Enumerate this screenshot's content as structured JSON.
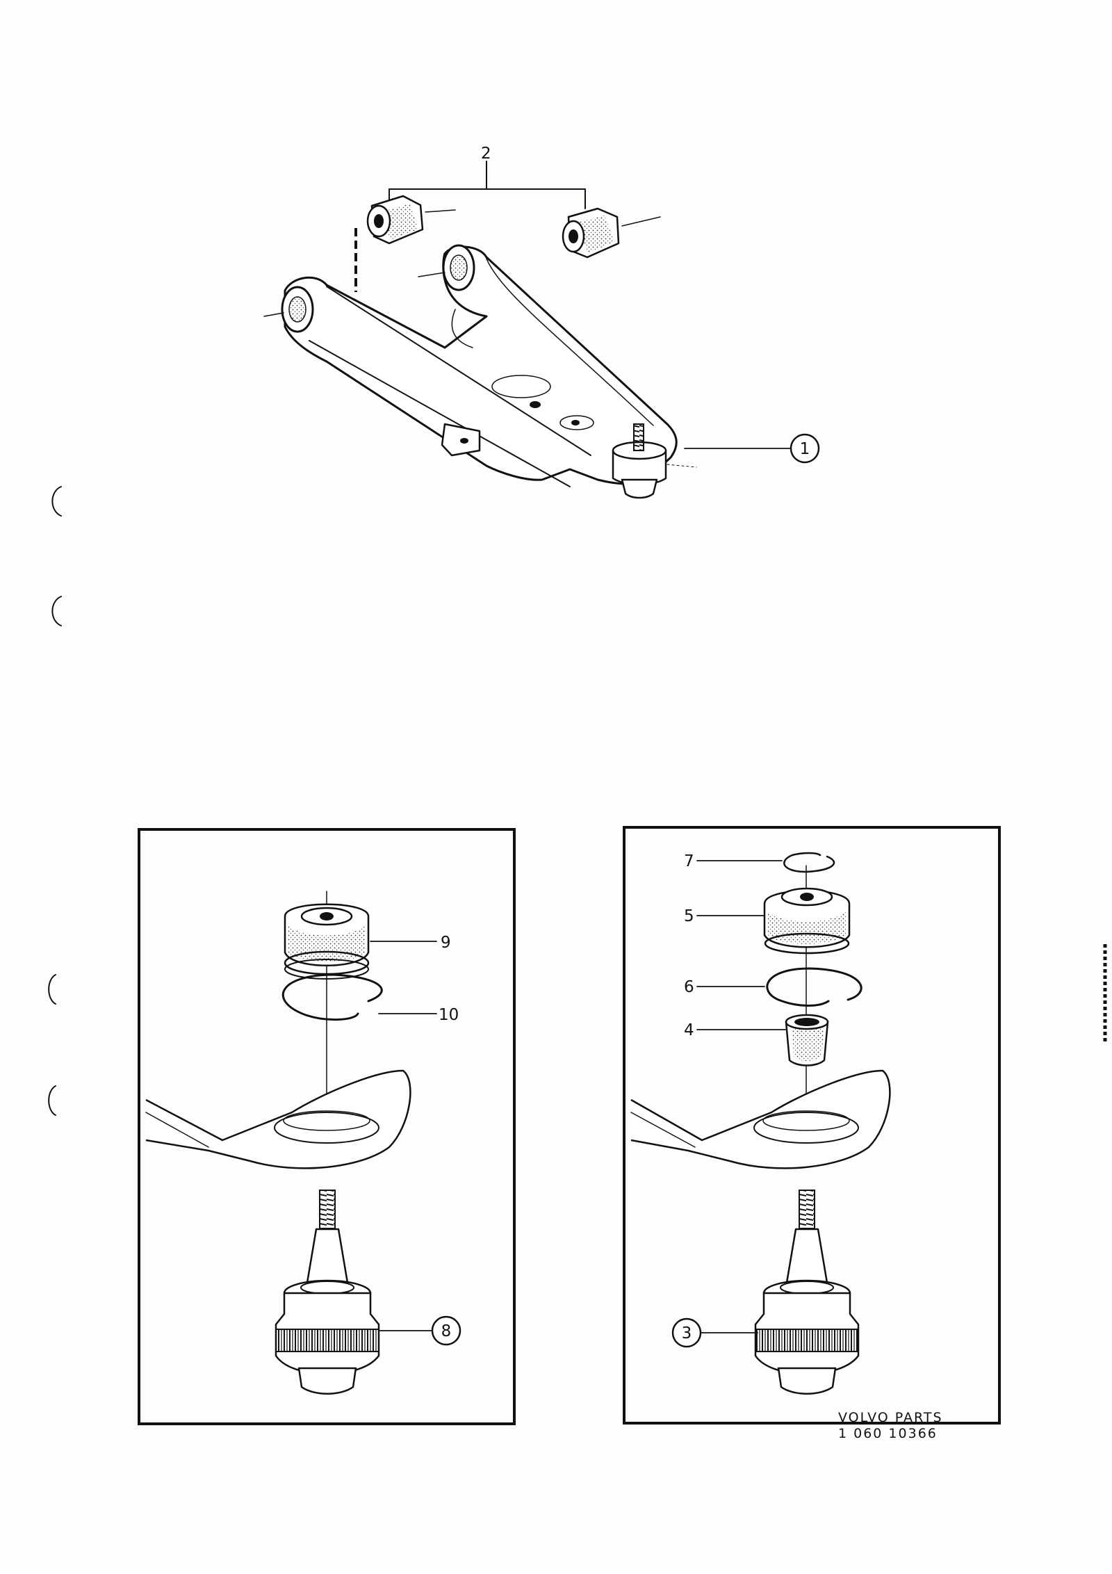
{
  "callouts": {
    "c1": "1",
    "c2": "2",
    "c3": "3",
    "c4": "4",
    "c5": "5",
    "c6": "6",
    "c7": "7",
    "c8": "8",
    "c9": "9",
    "c10": "10"
  },
  "footer": {
    "brand": "VOLVO PARTS",
    "code": "1 060 10366"
  }
}
